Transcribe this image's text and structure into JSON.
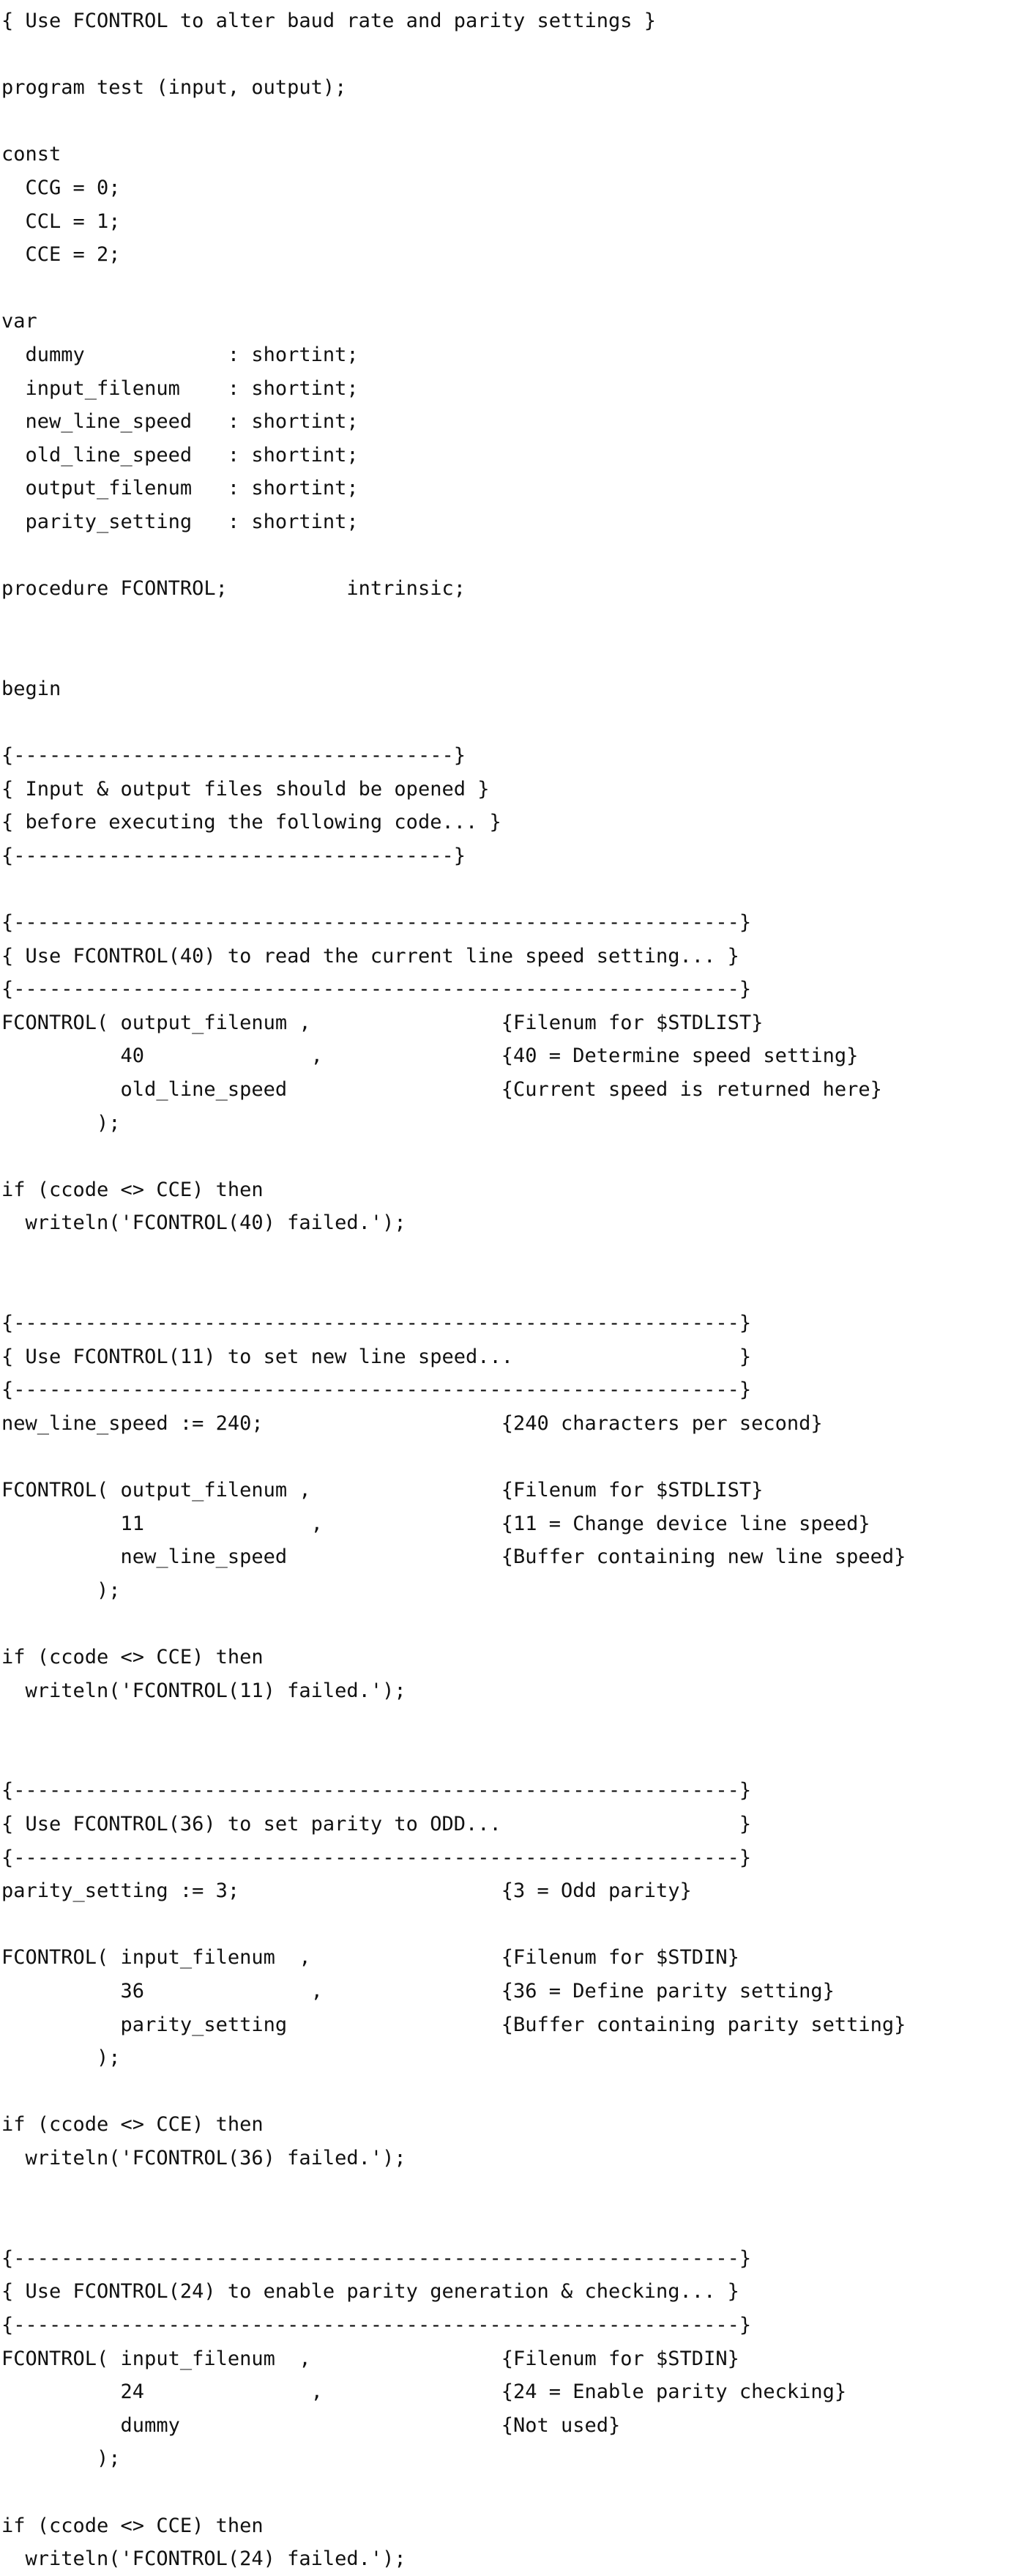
{
  "listing": {
    "lines": [
      "{ Use FCONTROL to alter baud rate and parity settings }",
      "",
      "program test (input, output);",
      "",
      "const",
      "  CCG = 0;",
      "  CCL = 1;",
      "  CCE = 2;",
      "",
      "var",
      "  dummy            : shortint;",
      "  input_filenum    : shortint;",
      "  new_line_speed   : shortint;",
      "  old_line_speed   : shortint;",
      "  output_filenum   : shortint;",
      "  parity_setting   : shortint;",
      "",
      "procedure FCONTROL;          intrinsic;",
      "",
      "",
      "begin",
      "",
      "{-------------------------------------}",
      "{ Input & output files should be opened }",
      "{ before executing the following code... }",
      "{-------------------------------------}",
      "",
      "{-------------------------------------------------------------}",
      "{ Use FCONTROL(40) to read the current line speed setting... }",
      "{-------------------------------------------------------------}",
      "FCONTROL( output_filenum ,                {Filenum for $STDLIST}",
      "          40              ,               {40 = Determine speed setting}",
      "          old_line_speed                  {Current speed is returned here}",
      "        );",
      "",
      "if (ccode <> CCE) then",
      "  writeln('FCONTROL(40) failed.');",
      "",
      "",
      "{-------------------------------------------------------------}",
      "{ Use FCONTROL(11) to set new line speed...                   }",
      "{-------------------------------------------------------------}",
      "new_line_speed := 240;                    {240 characters per second}",
      "",
      "FCONTROL( output_filenum ,                {Filenum for $STDLIST}",
      "          11              ,               {11 = Change device line speed}",
      "          new_line_speed                  {Buffer containing new line speed}",
      "        );",
      "",
      "if (ccode <> CCE) then",
      "  writeln('FCONTROL(11) failed.');",
      "",
      "",
      "{-------------------------------------------------------------}",
      "{ Use FCONTROL(36) to set parity to ODD...                    }",
      "{-------------------------------------------------------------}",
      "parity_setting := 3;                      {3 = Odd parity}",
      "",
      "FCONTROL( input_filenum  ,                {Filenum for $STDIN}",
      "          36              ,               {36 = Define parity setting}",
      "          parity_setting                  {Buffer containing parity setting}",
      "        );",
      "",
      "if (ccode <> CCE) then",
      "  writeln('FCONTROL(36) failed.');",
      "",
      "",
      "{-------------------------------------------------------------}",
      "{ Use FCONTROL(24) to enable parity generation & checking... }",
      "{-------------------------------------------------------------}",
      "FCONTROL( input_filenum  ,                {Filenum for $STDIN}",
      "          24              ,               {24 = Enable parity checking}",
      "          dummy                           {Not used}",
      "        );",
      "",
      "if (ccode <> CCE) then",
      "  writeln('FCONTROL(24) failed.');"
    ]
  }
}
